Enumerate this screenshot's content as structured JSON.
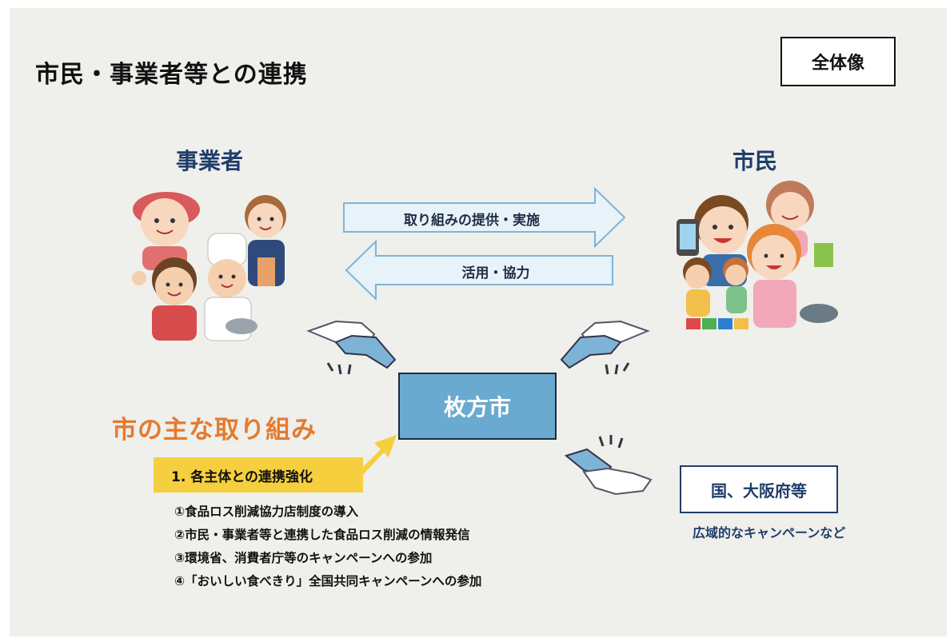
{
  "title": "市民・事業者等との連携",
  "overall_label": "全体像",
  "businesses_label": "事業者",
  "citizens_label": "市民",
  "arrow_right_label": "取り組みの提供・実施",
  "arrow_left_label": "活用・協力",
  "center_label": "枚方市",
  "initiatives_title": "市の主な取り組み",
  "initiative_tag": "1. 各主体との連携強化",
  "initiative_items": [
    "①食品ロス削減協力店制度の導入",
    "②市民・事業者等と連携した食品ロス削減の情報発信",
    "③環境省、消費者庁等のキャンペーンへの参加",
    "④「おいしい食べきり」全国共同キャンペーンへの参加"
  ],
  "national_label": "国、大阪府等",
  "national_note": "広域的なキャンペーンなど",
  "colors": {
    "arrow_fill": "#e7f2f9",
    "arrow_stroke": "#7db4d8",
    "center_fill": "#6aaad0",
    "navy": "#1f3d6b",
    "orange": "#e57a2e",
    "yellow": "#f6cf3f",
    "glove": "#7db3d6"
  },
  "icons": [
    "businesses-illustration",
    "citizens-illustration",
    "handshake-icon"
  ]
}
